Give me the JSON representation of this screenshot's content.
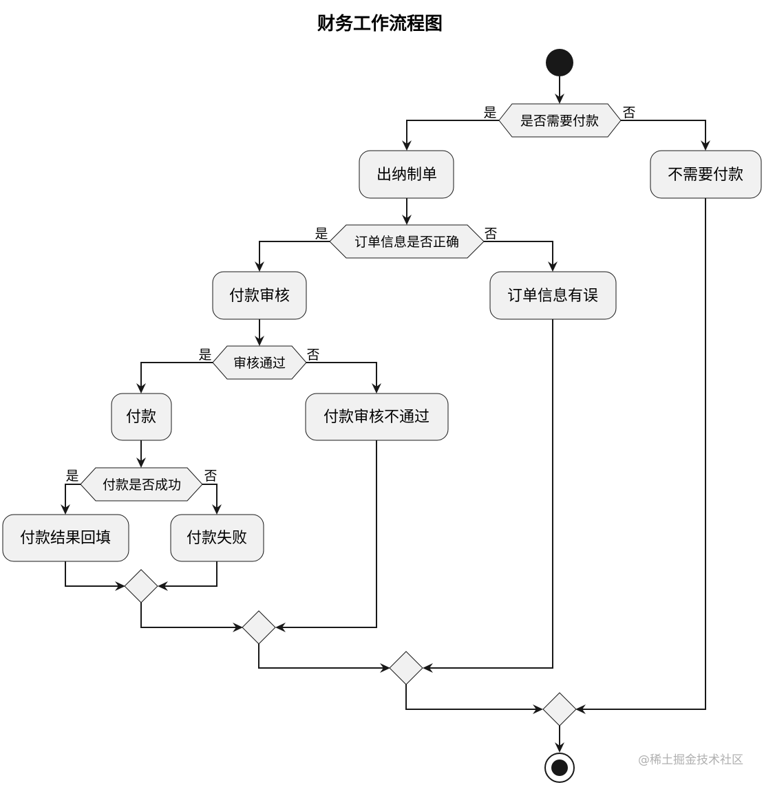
{
  "title": "财务工作流程图",
  "decisions": {
    "need_pay": "是否需要付款",
    "order_ok": "订单信息是否正确",
    "audit_pass": "审核通过",
    "pay_success": "付款是否成功"
  },
  "activities": {
    "cashier": "出纳制单",
    "no_pay": "不需要付款",
    "audit": "付款审核",
    "order_err": "订单信息有误",
    "pay": "付款",
    "audit_fail": "付款审核不通过",
    "fill_result": "付款结果回填",
    "pay_fail": "付款失败"
  },
  "branch_labels": {
    "yes": "是",
    "no": "否"
  },
  "watermark": "@稀土掘金技术社区"
}
